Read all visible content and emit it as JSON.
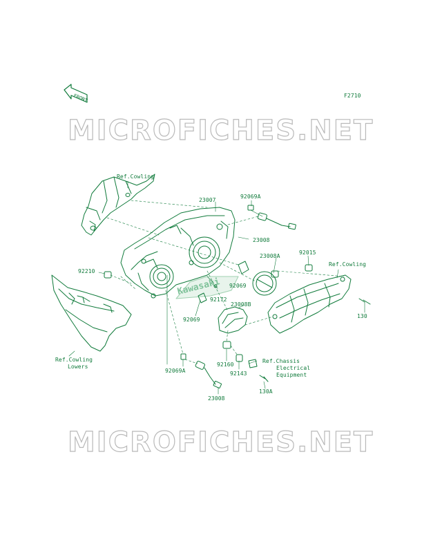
{
  "diagram": {
    "code": "F2710",
    "front_label": "FRONT",
    "brand_mark": "Kawasaki",
    "watermark": "MICROFICHES.NET",
    "accent_color": "#0f7a3a",
    "labels": {
      "ref_cowling_top": "Ref.Cowling",
      "p23007": "23007",
      "p92069A_top": "92069A",
      "p23008_top": "23008",
      "p23008A": "23008A",
      "p92015": "92015",
      "ref_cowling_right": "Ref.Cowling",
      "p92210": "92210",
      "p92069_mid": "92069",
      "p92172": "92172",
      "p23008B": "23008B",
      "p92069_low": "92069",
      "p130": "130",
      "ref_cowling_lowers_1": "Ref.Cowling",
      "ref_cowling_lowers_2": "Lowers",
      "p92069A_bottom": "92069A",
      "p92160": "92160",
      "p92143": "92143",
      "ref_chassis_1": "Ref.Chassis",
      "ref_chassis_2": "Electrical",
      "ref_chassis_3": "Equipment",
      "p130A": "130A",
      "p23008_bottom": "23008"
    }
  }
}
